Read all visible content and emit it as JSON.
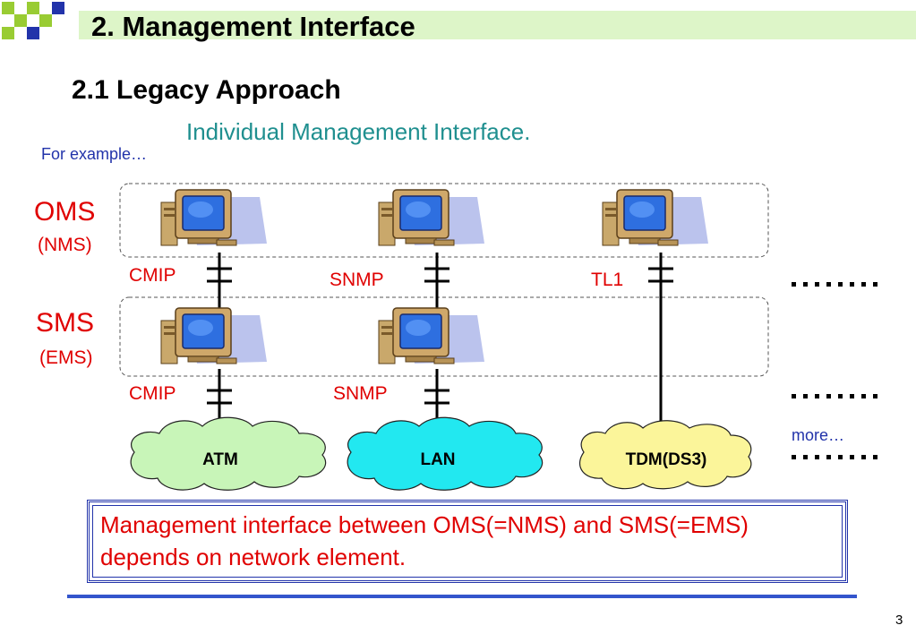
{
  "slide": {
    "title": "2. Management Interface",
    "subtitle": "2.1 Legacy Approach",
    "caption": "Individual Management Interface.",
    "example": "For example…",
    "page_number": "3"
  },
  "tiers": [
    {
      "name": "OMS",
      "alias": "(NMS)"
    },
    {
      "name": "SMS",
      "alias": "(EMS)"
    }
  ],
  "protocols": {
    "oms_sms": [
      "CMIP",
      "SNMP",
      "TL1"
    ],
    "sms_network": [
      "CMIP",
      "SNMP"
    ]
  },
  "networks": [
    {
      "label": "ATM",
      "color": "#c8f5b8"
    },
    {
      "label": "LAN",
      "color": "#22e8f0"
    },
    {
      "label": "TDM(DS3)",
      "color": "#fbf59a"
    }
  ],
  "more_label": "more…",
  "note": "Management interface between OMS(=NMS) and SMS(=EMS) depends on network element.",
  "colors": {
    "accent_red": "#e00000",
    "title_bar": "#ddf5c8",
    "border_blue": "#2233aa"
  }
}
